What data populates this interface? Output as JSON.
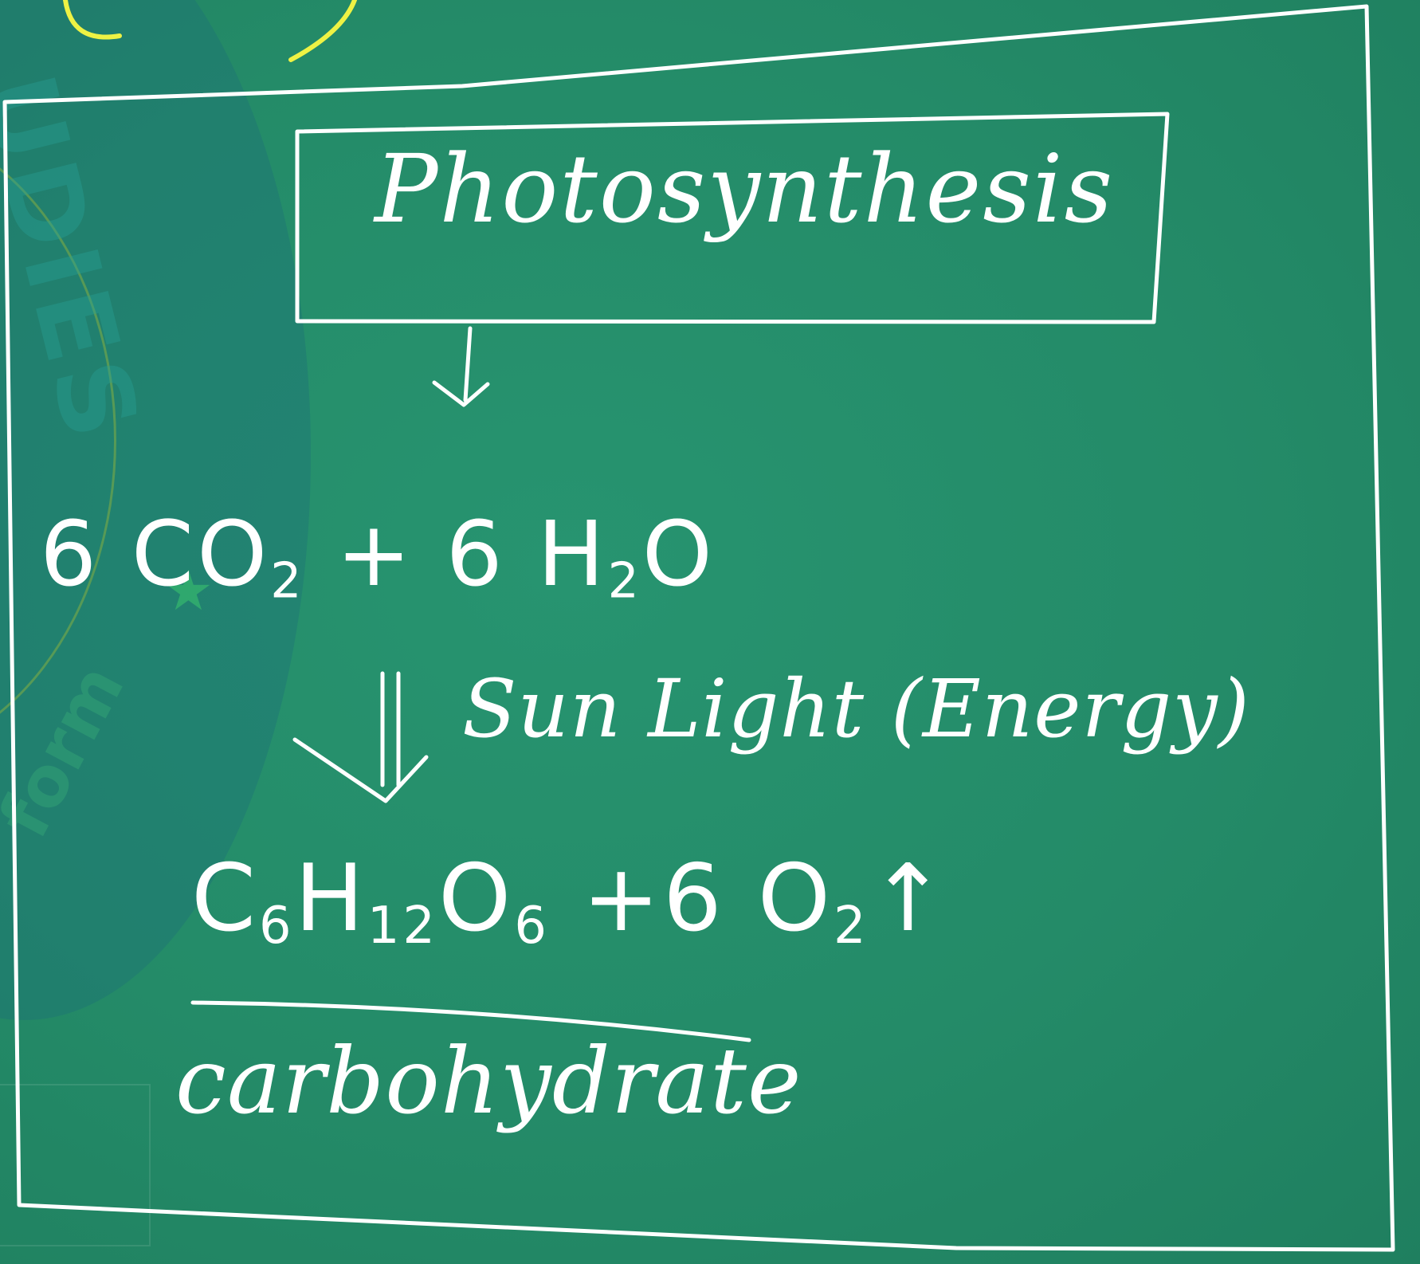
{
  "colors": {
    "board": "#248b68",
    "chalk": "#ffffff",
    "highlight": "#eef244",
    "watermark": "#2a9e96"
  },
  "watermark": {
    "main_text": "UDIES",
    "sub_text": "form",
    "star_icon": "star-icon"
  },
  "board": {
    "title": "Photosynthesis",
    "reactants": {
      "co2_coeff": "6",
      "co2_base": "CO",
      "co2_sub": "2",
      "plus": "+",
      "h2o_coeff": "6",
      "h2o_h": "H",
      "h2o_sub": "2",
      "h2o_o": "O"
    },
    "condition": "Sun Light (Energy)",
    "products": {
      "c": "C",
      "c_sub": "6",
      "h": "H",
      "h_sub": "12",
      "o": "O",
      "o_sub": "6",
      "plus": "+",
      "o2_coeff": "6",
      "o2_base": "O",
      "o2_sub": "2",
      "gas_arrow": "↑"
    },
    "product_label": "carbohydrate"
  }
}
